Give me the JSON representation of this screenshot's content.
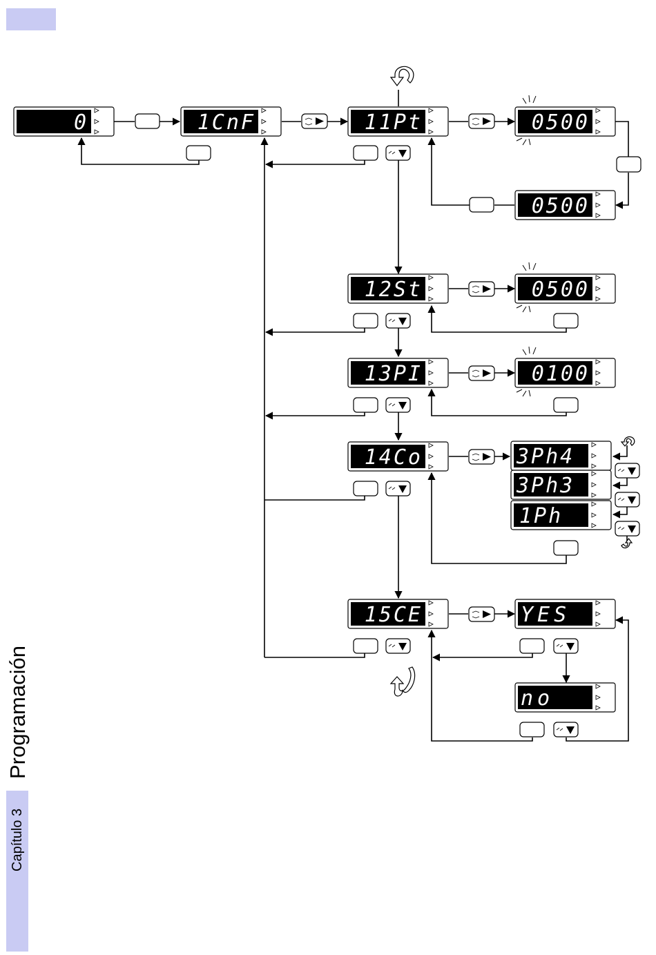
{
  "header": {
    "chapter_label": "Capítulo 3",
    "section_title": "Programación"
  },
  "colors": {
    "tab_bg": "#c9cbf3",
    "display_bg": "#000000",
    "segment": "#ffffff",
    "line": "#000000"
  },
  "displays": {
    "start": "0",
    "config": "1CnF",
    "menu_1": "11Pt",
    "menu_2": "12St",
    "menu_3": "13PI",
    "menu_4": "14Co",
    "menu_5": "15CE",
    "val_1_edit": "0500",
    "val_1_saved": "0500",
    "val_2": "0500",
    "val_3": "0100",
    "opt_3ph4": "3Ph4",
    "opt_3ph3": "3Ph3",
    "opt_1ph": "1Ph",
    "opt_yes": "YES",
    "opt_no": "no"
  },
  "icons": {
    "enter_key": "blank-rounded-key",
    "next_key": "dual-arrow-right-key",
    "down_key": "dual-arrow-down-key",
    "rotate": "rotate-arrow-icon",
    "blink": "blink-rays-icon"
  }
}
